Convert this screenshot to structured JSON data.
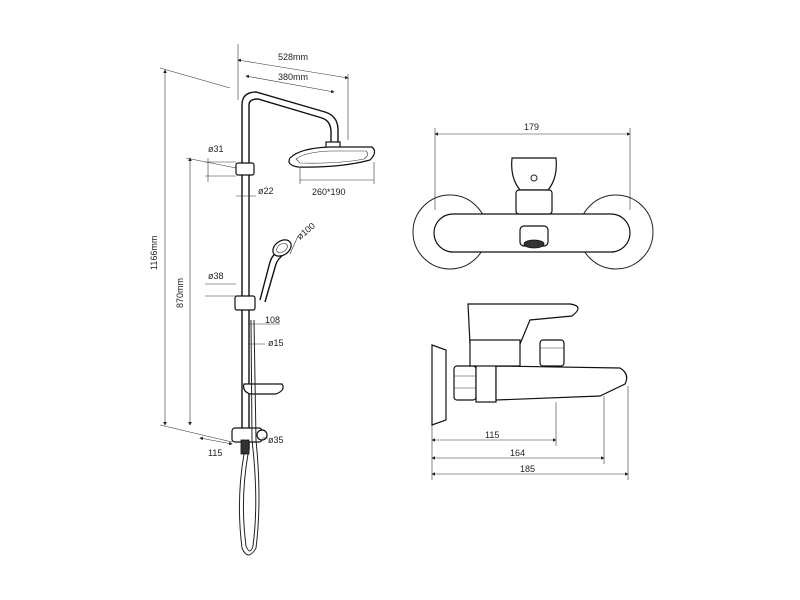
{
  "shower_column": {
    "dimensions": {
      "outer_reach": "528mm",
      "arm_reach": "380mm",
      "total_height": "1166mm",
      "rail_height": "870mm",
      "head_size": "260*190",
      "dia_top_holder": "ø31",
      "dia_pipe": "ø22",
      "dia_hand_shower": "ø100",
      "dia_slider": "ø38",
      "slider_offset": "108",
      "dia_hose_pipe": "ø15",
      "dia_mixer": "ø35",
      "wall_offset": "115"
    }
  },
  "bath_mixer": {
    "dimensions": {
      "top_width": "179",
      "spout_115": "115",
      "spout_164": "164",
      "spout_185": "185"
    }
  }
}
